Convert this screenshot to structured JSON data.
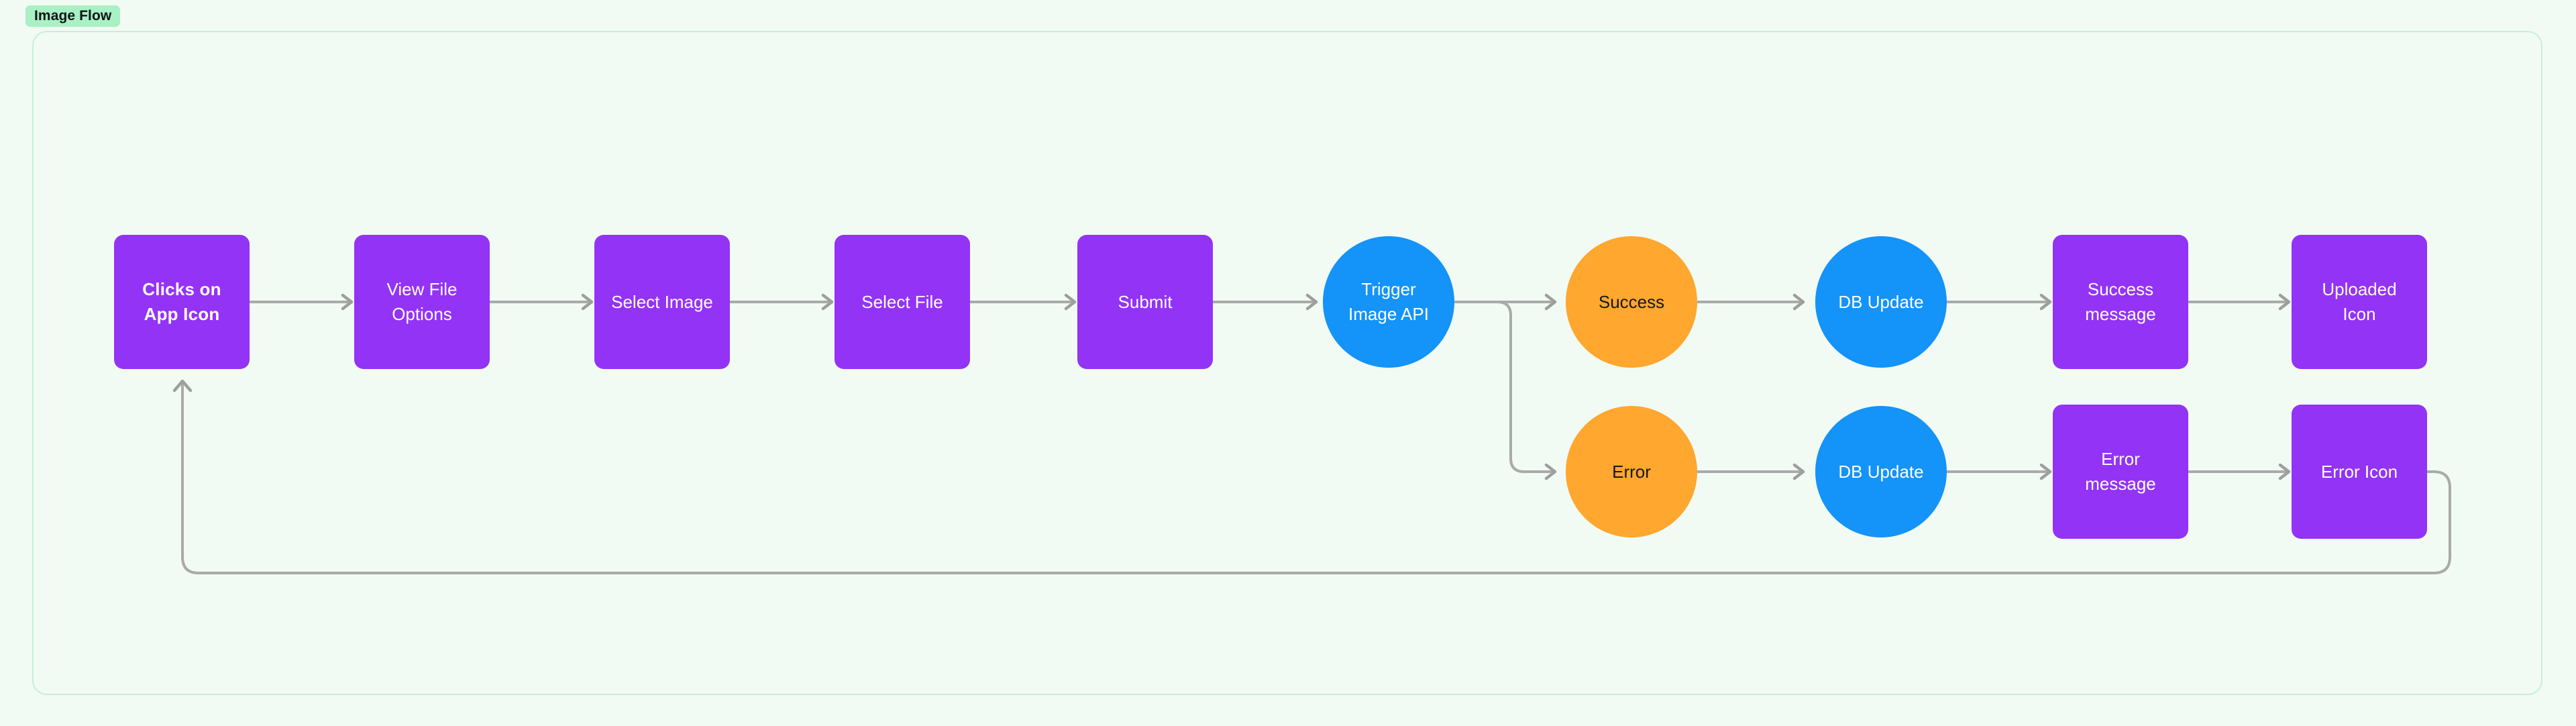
{
  "diagram": {
    "badge_label": "Image Flow",
    "colors": {
      "page_background": "#f1fbf4",
      "frame_border": "#c8eed6",
      "badge_background": "#a9f0c4",
      "purple_node": "#9333f5",
      "blue_node": "#1493f8",
      "orange_node": "#ffa72e",
      "connector": "#aaaaaa",
      "light_text": "#ffffff",
      "dark_text": "#16181d"
    }
  },
  "chart_data": {
    "type": "diagram",
    "title": "Image Flow",
    "orientation": "left-to-right",
    "nodes": [
      {
        "id": "clicks-on-app-icon",
        "label": "Clicks on\nApp Icon",
        "shape": "rounded-rect",
        "color": "#9333f5",
        "text_color": "#ffffff",
        "bold": true,
        "row": 1,
        "order": 1
      },
      {
        "id": "view-file-options",
        "label": "View File\nOptions",
        "shape": "rounded-rect",
        "color": "#9333f5",
        "text_color": "#ffffff",
        "bold": false,
        "row": 1,
        "order": 2
      },
      {
        "id": "select-image",
        "label": "Select Image",
        "shape": "rounded-rect",
        "color": "#9333f5",
        "text_color": "#ffffff",
        "bold": false,
        "row": 1,
        "order": 3
      },
      {
        "id": "select-file",
        "label": "Select File",
        "shape": "rounded-rect",
        "color": "#9333f5",
        "text_color": "#ffffff",
        "bold": false,
        "row": 1,
        "order": 4
      },
      {
        "id": "submit",
        "label": "Submit",
        "shape": "rounded-rect",
        "color": "#9333f5",
        "text_color": "#ffffff",
        "bold": false,
        "row": 1,
        "order": 5
      },
      {
        "id": "trigger-image-api",
        "label": "Trigger\nImage API",
        "shape": "circle",
        "color": "#1493f8",
        "text_color": "#ffffff",
        "bold": false,
        "row": 1,
        "order": 6
      },
      {
        "id": "success",
        "label": "Success",
        "shape": "circle",
        "color": "#ffa72e",
        "text_color": "#16181d",
        "bold": false,
        "row": 1,
        "order": 7
      },
      {
        "id": "db-update-success",
        "label": "DB Update",
        "shape": "circle",
        "color": "#1493f8",
        "text_color": "#ffffff",
        "bold": false,
        "row": 1,
        "order": 8
      },
      {
        "id": "success-message",
        "label": "Success\nmessage",
        "shape": "rounded-rect",
        "color": "#9333f5",
        "text_color": "#ffffff",
        "bold": false,
        "row": 1,
        "order": 9
      },
      {
        "id": "uploaded-icon",
        "label": "Uploaded\nIcon",
        "shape": "rounded-rect",
        "color": "#9333f5",
        "text_color": "#ffffff",
        "bold": false,
        "row": 1,
        "order": 10
      },
      {
        "id": "error",
        "label": "Error",
        "shape": "circle",
        "color": "#ffa72e",
        "text_color": "#16181d",
        "bold": false,
        "row": 2,
        "order": 7
      },
      {
        "id": "db-update-error",
        "label": "DB Update",
        "shape": "circle",
        "color": "#1493f8",
        "text_color": "#ffffff",
        "bold": false,
        "row": 2,
        "order": 8
      },
      {
        "id": "error-message",
        "label": "Error\nmessage",
        "shape": "rounded-rect",
        "color": "#9333f5",
        "text_color": "#ffffff",
        "bold": false,
        "row": 2,
        "order": 9
      },
      {
        "id": "error-icon",
        "label": "Error Icon",
        "shape": "rounded-rect",
        "color": "#9333f5",
        "text_color": "#ffffff",
        "bold": false,
        "row": 2,
        "order": 10
      }
    ],
    "edges": [
      {
        "from": "clicks-on-app-icon",
        "to": "view-file-options",
        "label": ""
      },
      {
        "from": "view-file-options",
        "to": "select-image",
        "label": ""
      },
      {
        "from": "select-image",
        "to": "select-file",
        "label": ""
      },
      {
        "from": "select-file",
        "to": "submit",
        "label": ""
      },
      {
        "from": "submit",
        "to": "trigger-image-api",
        "label": ""
      },
      {
        "from": "trigger-image-api",
        "to": "success",
        "label": ""
      },
      {
        "from": "trigger-image-api",
        "to": "error",
        "label": ""
      },
      {
        "from": "success",
        "to": "db-update-success",
        "label": ""
      },
      {
        "from": "db-update-success",
        "to": "success-message",
        "label": ""
      },
      {
        "from": "success-message",
        "to": "uploaded-icon",
        "label": ""
      },
      {
        "from": "error",
        "to": "db-update-error",
        "label": ""
      },
      {
        "from": "db-update-error",
        "to": "error-message",
        "label": ""
      },
      {
        "from": "error-message",
        "to": "error-icon",
        "label": ""
      },
      {
        "from": "error-icon",
        "to": "clicks-on-app-icon",
        "label": ""
      }
    ]
  },
  "nodes": {
    "clicks_on_app_icon": "Clicks on\nApp Icon",
    "view_file_options": "View File\nOptions",
    "select_image": "Select Image",
    "select_file": "Select File",
    "submit": "Submit",
    "trigger_image_api": "Trigger\nImage API",
    "success": "Success",
    "db_update_success": "DB Update",
    "success_message": "Success\nmessage",
    "uploaded_icon": "Uploaded\nIcon",
    "error": "Error",
    "db_update_error": "DB Update",
    "error_message": "Error\nmessage",
    "error_icon": "Error Icon"
  }
}
